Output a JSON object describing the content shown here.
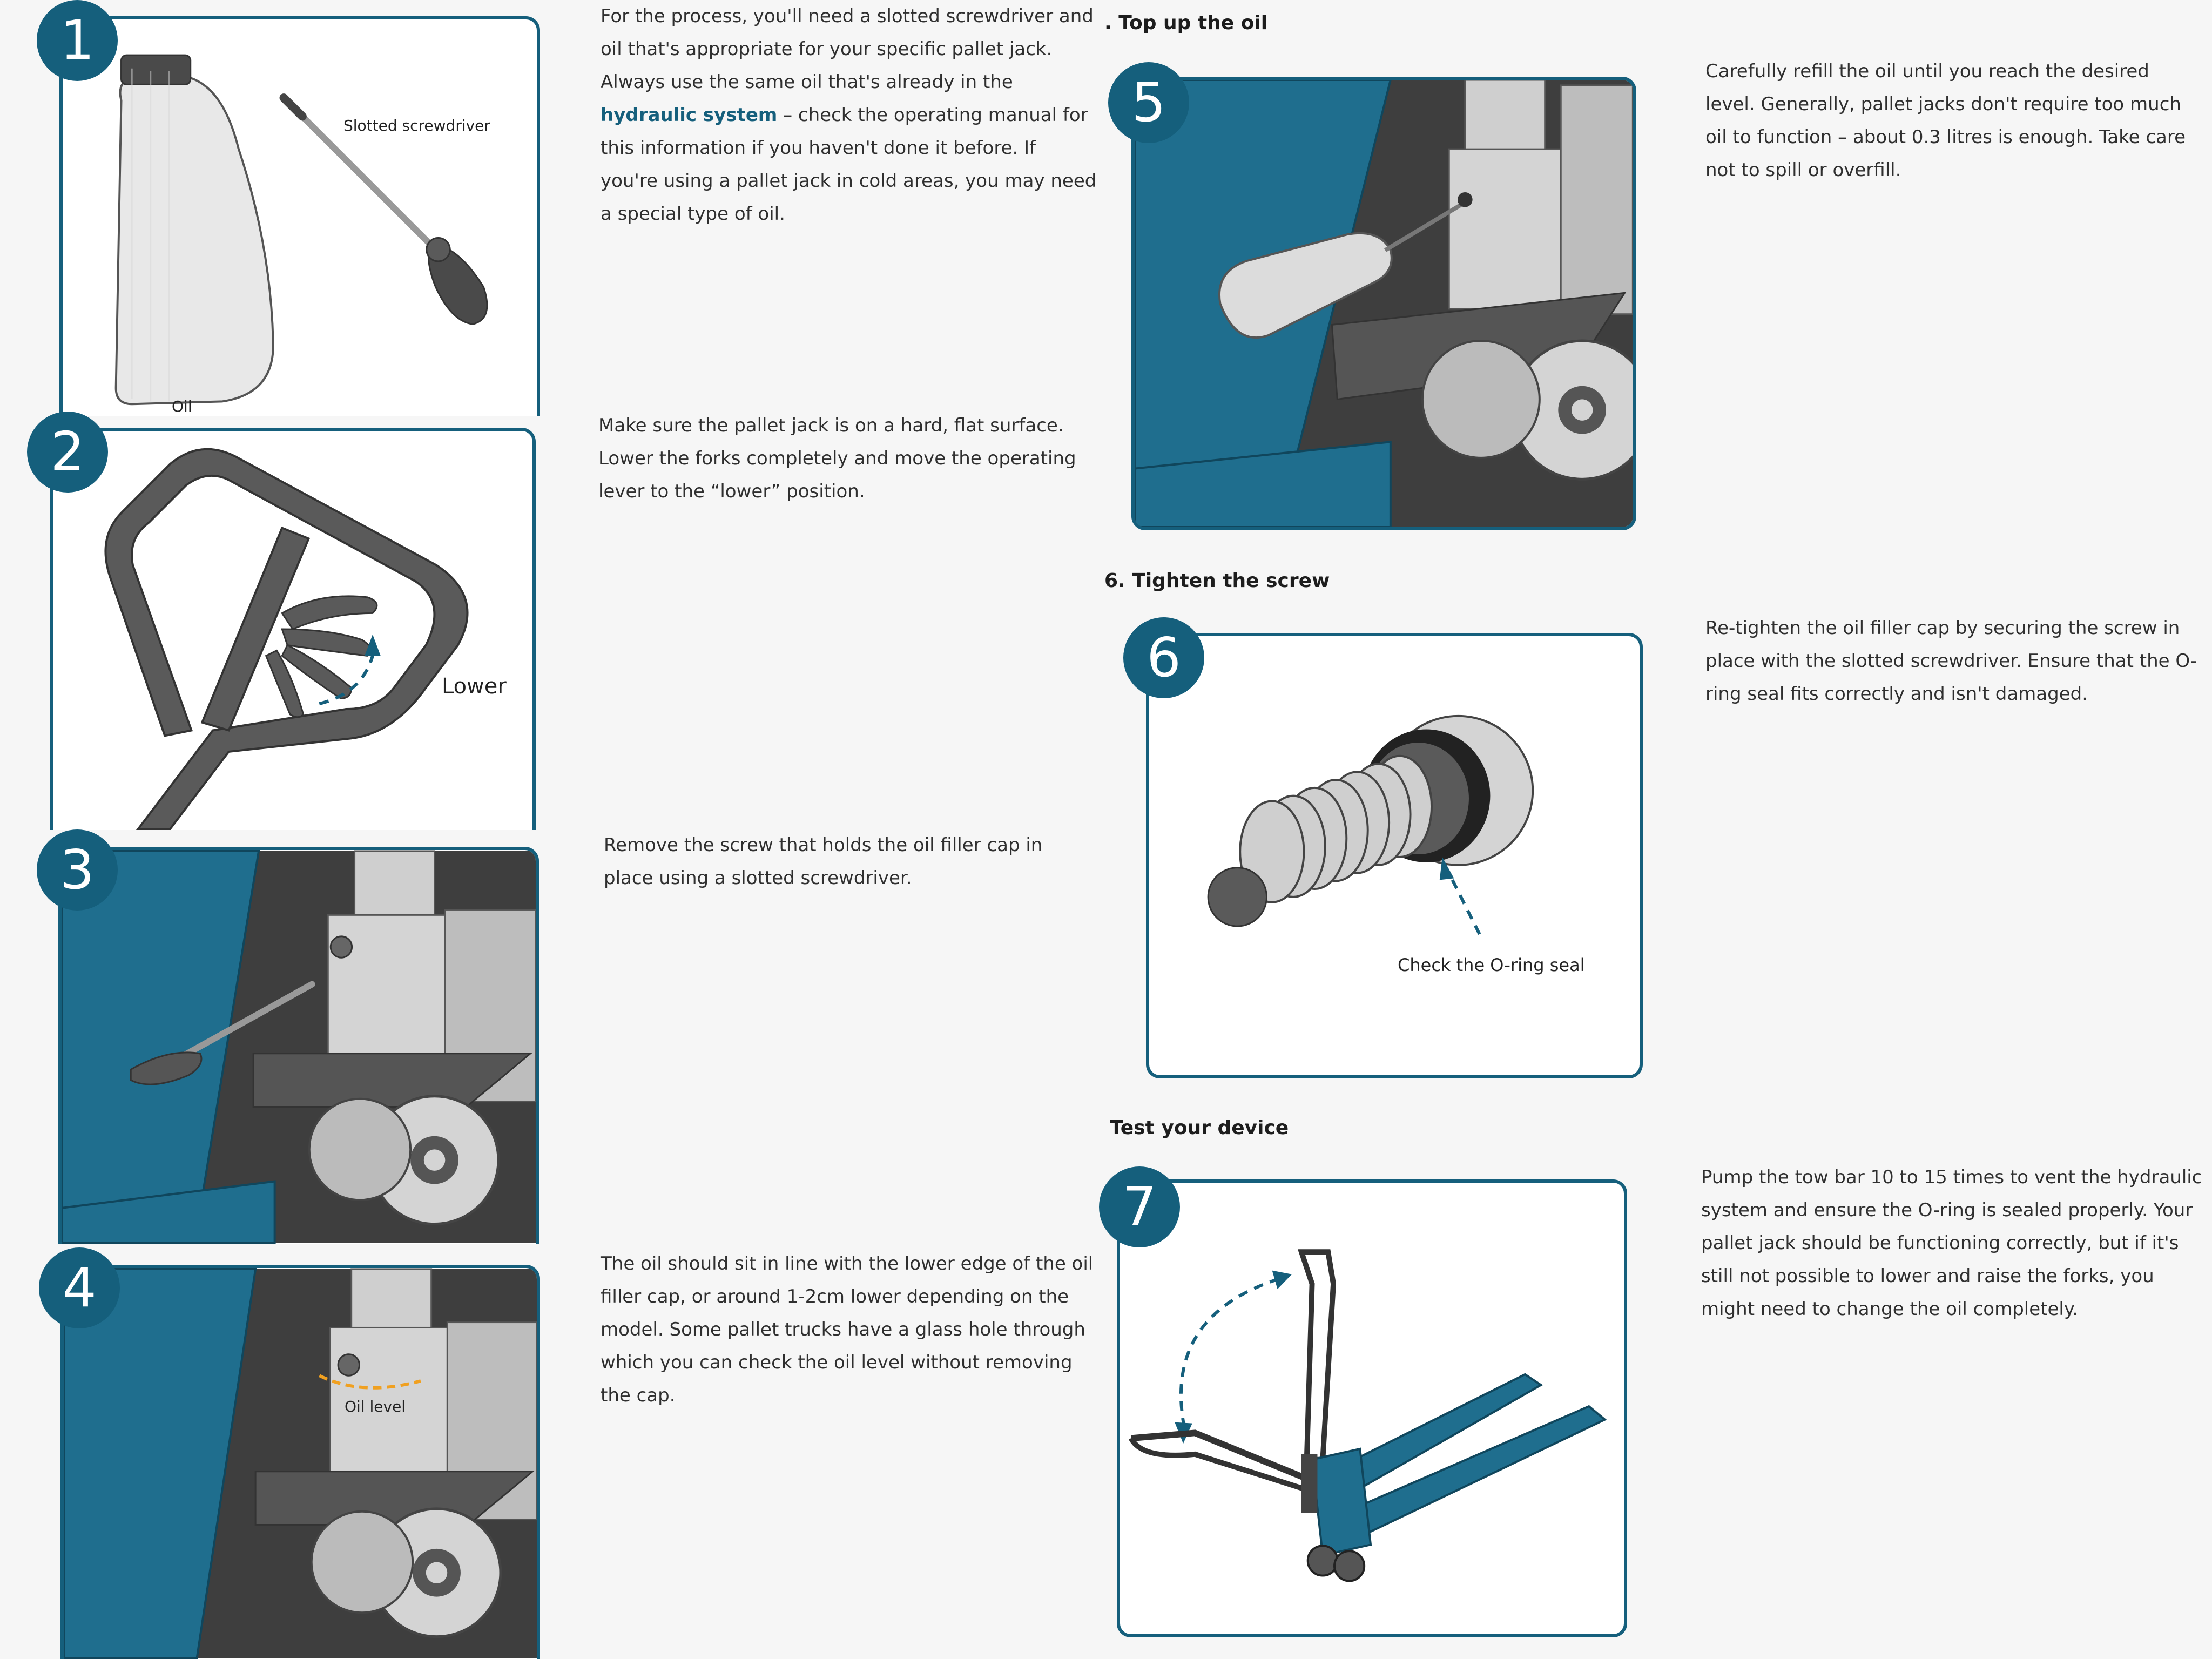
{
  "steps": [
    {
      "number": "1",
      "description_parts": {
        "before": "For the process, you'll need a slotted screwdriver and oil that's appropriate for your specific pallet jack. Always use the same oil that's already in the ",
        "link": "hydraulic system",
        "after": " – check the operating manual for this information if you haven't done it before. If you're using a pallet jack in cold areas, you may need a special type of oil."
      },
      "labels": {
        "screwdriver": "Slotted screwdriver",
        "oil": "Oil"
      }
    },
    {
      "number": "2",
      "description": "Make sure the pallet jack is on a hard, flat surface. Lower the forks completely and move the operating lever to the “lower” position.",
      "labels": {
        "lower": "Lower"
      }
    },
    {
      "number": "3",
      "description": "Remove the screw that holds the oil filler cap in place using a slotted screwdriver."
    },
    {
      "number": "4",
      "description": "The oil should sit in line with the lower edge of the oil filler cap, or around 1-2cm lower depending on the model. Some pallet trucks have a glass hole through which you can check the oil level without removing the cap.",
      "labels": {
        "oil_level": "Oil level"
      }
    },
    {
      "number": "5",
      "heading": ". Top up the oil",
      "description": "Carefully refill the oil until you reach the desired level. Generally, pallet jacks don't require too much oil to function – about 0.3 litres is enough. Take care not to spill or overfill."
    },
    {
      "number": "6",
      "heading": "6.  Tighten the screw",
      "description": "Re-tighten the oil filler cap by securing the screw in place with the slotted screwdriver. Ensure that the O-ring seal fits correctly and isn't damaged.",
      "labels": {
        "oring": "Check the O-ring seal"
      }
    },
    {
      "number": "7",
      "heading": "Test your device",
      "description": "Pump the tow bar 10 to 15 times to vent the hydraulic system and ensure the O-ring is sealed  properly. Your pallet jack should be functioning correctly, but if it's still not possible to lower and raise the forks, you might need to change the oil completely."
    }
  ],
  "colors": {
    "brand": "#155f7c",
    "jack_blue": "#1f6e8e",
    "dark_gray": "#4a4a4a",
    "light_gray": "#d2d2d2",
    "oil_level_dash": "#f0a020"
  }
}
